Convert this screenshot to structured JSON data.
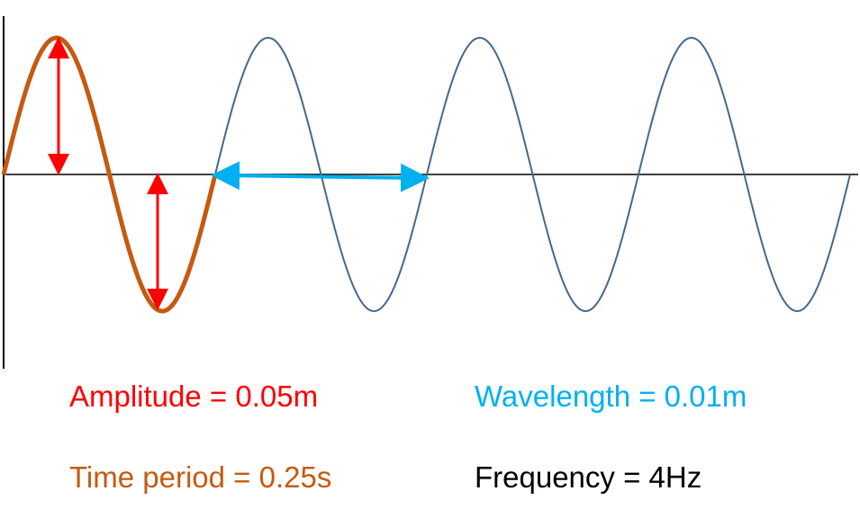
{
  "labels": {
    "amplitude": "Amplitude = 0.05m",
    "wavelength": "Wavelength = 0.01m",
    "period": "Time period = 0.25s",
    "frequency": "Frequency = 4Hz"
  },
  "colors": {
    "amplitude": "#ff0000",
    "wavelength": "#00b0f0",
    "period": "#c55a11",
    "frequency": "#000000",
    "wave": "#44698a",
    "axis": "#000000"
  },
  "wave": {
    "cycles_shown": 4,
    "highlighted_cycles": 1
  }
}
